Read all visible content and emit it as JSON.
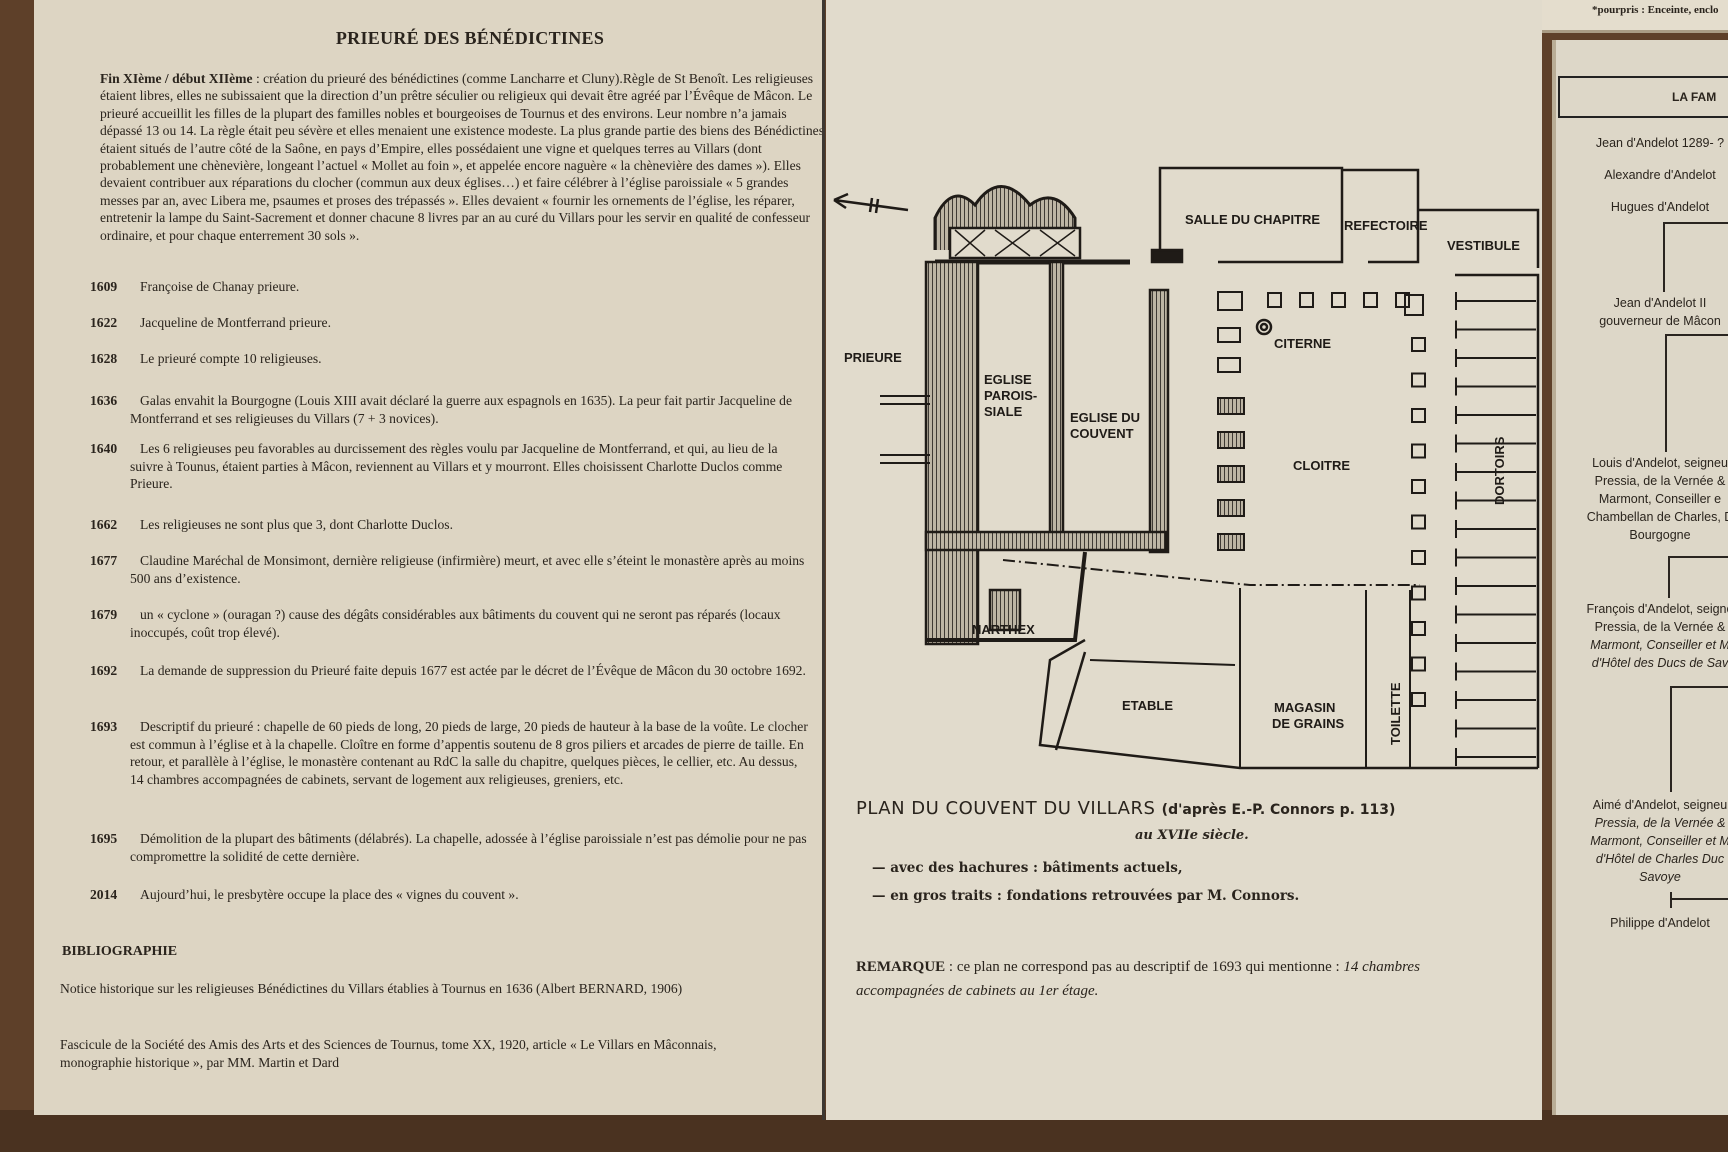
{
  "left": {
    "title": "PRIEURÉ DES BÉNÉDICTINES",
    "intro_bold": "Fin XIème / début XIIème",
    "intro_text": " : création du prieuré des bénédictines (comme Lancharre et Cluny).Règle de St Benoît. Les religieuses étaient libres, elles ne subissaient que la direction d’un prêtre séculier ou religieux qui devait être agréé par l’Évêque de Mâcon. Le prieuré accueillit les filles de la plupart des familles nobles et bourgeoises de Tournus et des environs. Leur nombre n’a jamais dépassé 13 ou 14. La règle était peu sévère et elles menaient une existence modeste. La plus grande partie des biens des Bénédictines étaient situés de l’autre côté de la Saône, en pays d’Empire, elles possédaient une vigne et quelques terres au Villars (dont probablement une chènevière, longeant l’actuel « Mollet au foin », et appelée encore naguère « la chènevière des dames »). Elles devaient contribuer aux réparations du clocher (commun aux deux églises…) et faire célébrer à l’église paroissiale « 5 grandes messes par an, avec Libera me, psaumes et proses des trépassés ». Elles devaient « fournir les ornements de l’église, les réparer, entretenir la lampe du Saint-Sacrement et donner chacune 8 livres par an au curé du Villars pour les servir en qualité de confesseur ordinaire, et pour chaque enterrement 30 sols ».",
    "timeline": [
      {
        "year": "1609",
        "text": "Françoise de Chanay prieure."
      },
      {
        "year": "1622",
        "text": "Jacqueline de Montferrand prieure."
      },
      {
        "year": "1628",
        "text": "Le prieuré compte 10 religieuses."
      },
      {
        "year": "1636",
        "text": "Galas envahit la Bourgogne (Louis XIII avait déclaré la guerre aux espagnols en 1635). La peur fait partir Jacqueline de Montferrand et ses religieuses du Villars (7 + 3 novices)."
      },
      {
        "year": "1640",
        "text": "Les 6 religieuses peu favorables au durcissement des règles voulu par Jacqueline de Montferrand, et qui, au lieu de la suivre à Tounus, étaient parties à Mâcon, reviennent au Villars et y mourront. Elles choisissent Charlotte Duclos comme Prieure."
      },
      {
        "year": "1662",
        "text": "Les religieuses ne sont plus que 3, dont Charlotte Duclos."
      },
      {
        "year": "1677",
        "text": "Claudine Maréchal de Monsimont, dernière religieuse (infirmière) meurt, et avec elle s’éteint le monastère après au moins 500 ans d’existence."
      },
      {
        "year": "1679",
        "text": "un « cyclone » (ouragan ?) cause des dégâts considérables aux bâtiments du couvent qui ne seront pas réparés (locaux inoccupés, coût trop élevé)."
      },
      {
        "year": "1692",
        "text": "La demande de suppression du Prieuré faite depuis 1677 est actée par le décret de l’Évêque de Mâcon du 30 octobre 1692."
      },
      {
        "year": "1693",
        "text": "Descriptif du prieuré : chapelle de 60 pieds de long, 20 pieds de large, 20 pieds de hauteur à la base de la voûte. Le clocher est commun à l’église et à la chapelle. Cloître en forme d’appentis soutenu de 8 gros piliers et arcades de pierre de taille. En retour, et parallèle à l’église, le monastère contenant au RdC la salle du chapitre, quelques pièces, le cellier, etc. Au dessus, 14 chambres accompagnées de cabinets, servant de logement aux religieuses, greniers, etc."
      },
      {
        "year": "1695",
        "text": "Démolition de la plupart des bâtiments (délabrés). La chapelle, adossée à l’église paroissiale n’est pas démolie pour ne pas compromettre la solidité de cette dernière."
      },
      {
        "year": "2014",
        "text": "Aujourd’hui, le presbytère occupe la place des « vignes du couvent »."
      }
    ],
    "bibliography_heading": "BIBLIOGRAPHIE",
    "bibliography": [
      "Notice historique sur les religieuses Bénédictines du Villars établies à Tournus en 1636 (Albert BERNARD, 1906)",
      "Fascicule de la Société des Amis des Arts et des Sciences de Tournus, tome XX, 1920, article « Le Villars en Mâconnais, monographie historique », par MM. Martin et Dard"
    ]
  },
  "plan": {
    "labels": {
      "prieure": "PRIEURE",
      "eglise_paroissiale_1": "EGLISE",
      "eglise_paroissiale_2": "PAROIS-",
      "eglise_paroissiale_3": "SIALE",
      "eglise_couvent_1": "EGLISE DU",
      "eglise_couvent_2": "COUVENT",
      "salle_chapitre": "SALLE DU CHAPITRE",
      "refectoire": "REFECTOIRE",
      "vestibule": "VESTIBULE",
      "citerne": "CITERNE",
      "cloitre": "CLOITRE",
      "dortoirs": "DORTOIRS",
      "narthex": "NARTHEX",
      "etable": "ETABLE",
      "magasin_1": "MAGASIN",
      "magasin_2": "DE GRAINS",
      "toilette": "TOILETTE"
    },
    "caption_title": "PLAN DU COUVENT DU VILLARS",
    "caption_source": "(d'après E.-P. Connors p. 113)",
    "caption_century": "au XVIIe siècle.",
    "legend": [
      "— avec des hachures : bâtiments actuels,",
      "— en gros traits : fondations retrouvées par M. Connors."
    ],
    "remark_label": "REMARQUE",
    "remark_text": " : ce plan ne correspond pas au descriptif de 1693 qui mentionne : ",
    "remark_italic": "14 chambres accompagnées de cabinets au 1er étage."
  },
  "right": {
    "top_note": "*pourpris : Enceinte, enclo",
    "family_heading": "LA FAM",
    "family": [
      "Jean d'Andelot 1289- ?",
      "Alexandre d'Andelot",
      "Hugues d'Andelot",
      "Jean d'Andelot  II",
      "gouverneur de Mâcon",
      "Louis d'Andelot, seigneu",
      "Pressia, de la Vernée &",
      "Marmont, Conseiller e",
      "Chambellan de Charles, D",
      "Bourgogne",
      "François d'Andelot, seigne",
      "Pressia, de la Vernée &",
      "Marmont, Conseiller et M",
      "d'Hôtel des Ducs de Sav",
      "Aimé d'Andelot, seigneu",
      "Pressia, de la Vernée &",
      "Marmont, Conseiller et M",
      "d'Hôtel de Charles Duc",
      "Savoye",
      "Philippe d'Andelot"
    ]
  }
}
